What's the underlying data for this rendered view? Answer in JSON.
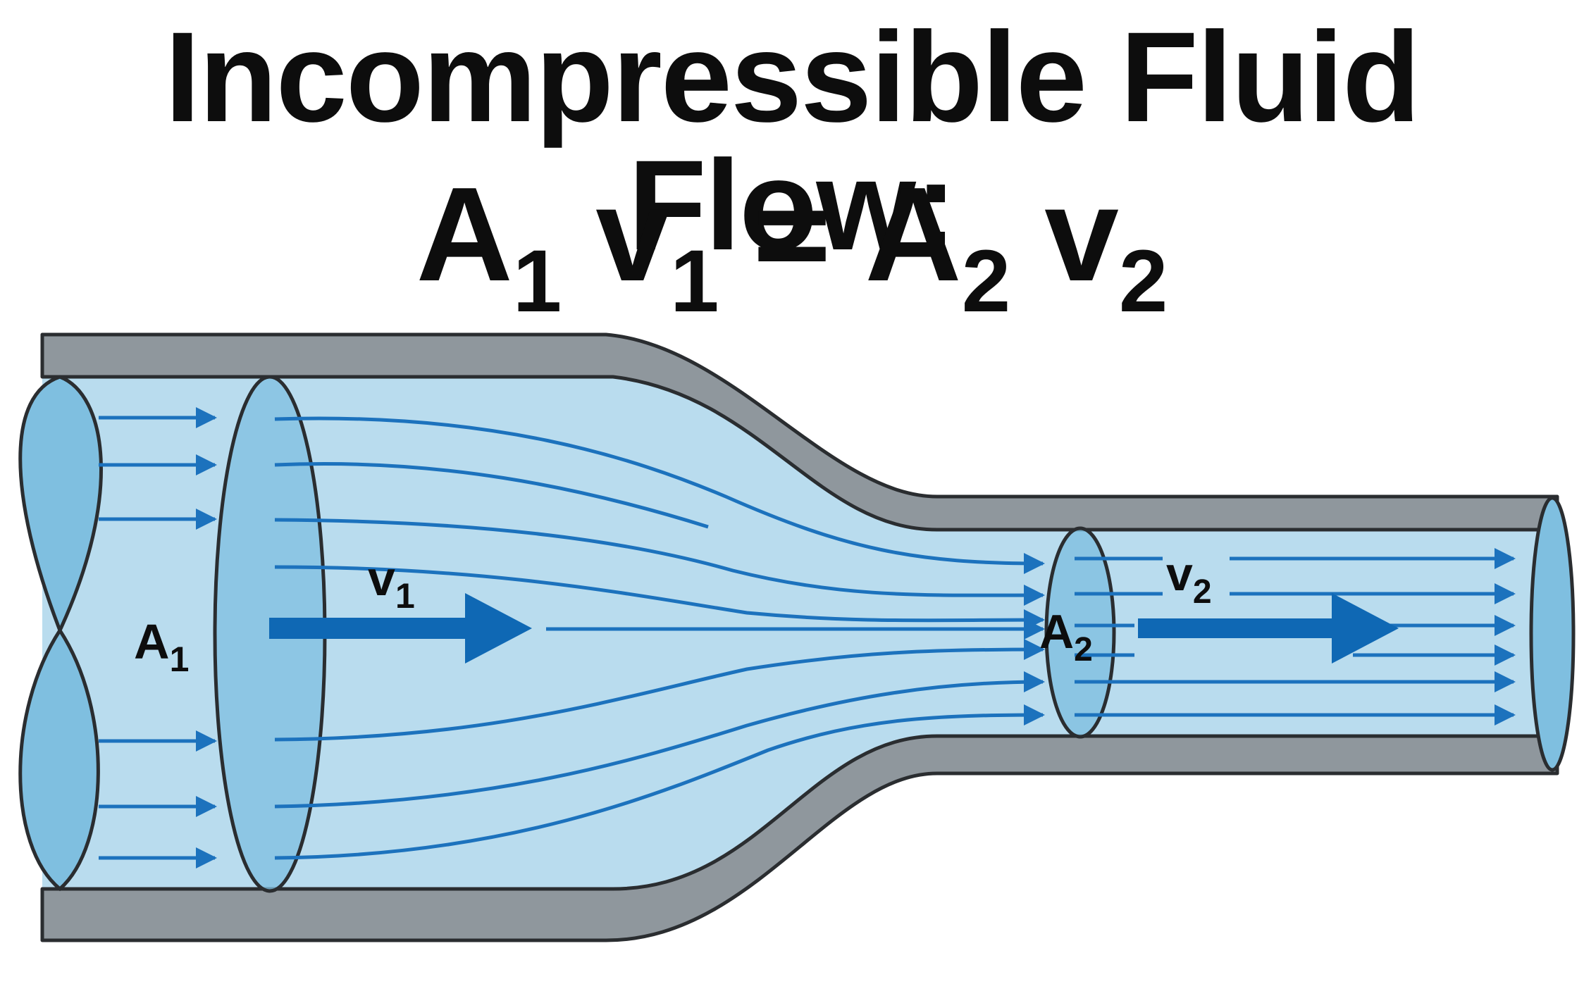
{
  "title": "Incompressible Fluid Flow:",
  "equation": {
    "a1": "A",
    "a1_sub": "1",
    "v1": "v",
    "v1_sub": "1",
    "equals": "=",
    "a2": "A",
    "a2_sub": "2",
    "v2": "v",
    "v2_sub": "2"
  },
  "labels": {
    "area_in": "A",
    "area_in_sub": "1",
    "vel_in": "v",
    "vel_in_sub": "1",
    "area_out": "A",
    "area_out_sub": "2",
    "vel_out": "v",
    "vel_out_sub": "2"
  },
  "colors": {
    "fluid": "#b9dcee",
    "fluid_edge": "#a8d2e9",
    "section": "#7fbfe0",
    "pipe_wall": "#8f979d",
    "pipe_outline": "#2a2d30",
    "streamline": "#1c72bd",
    "big_arrow": "#0f68b4"
  }
}
